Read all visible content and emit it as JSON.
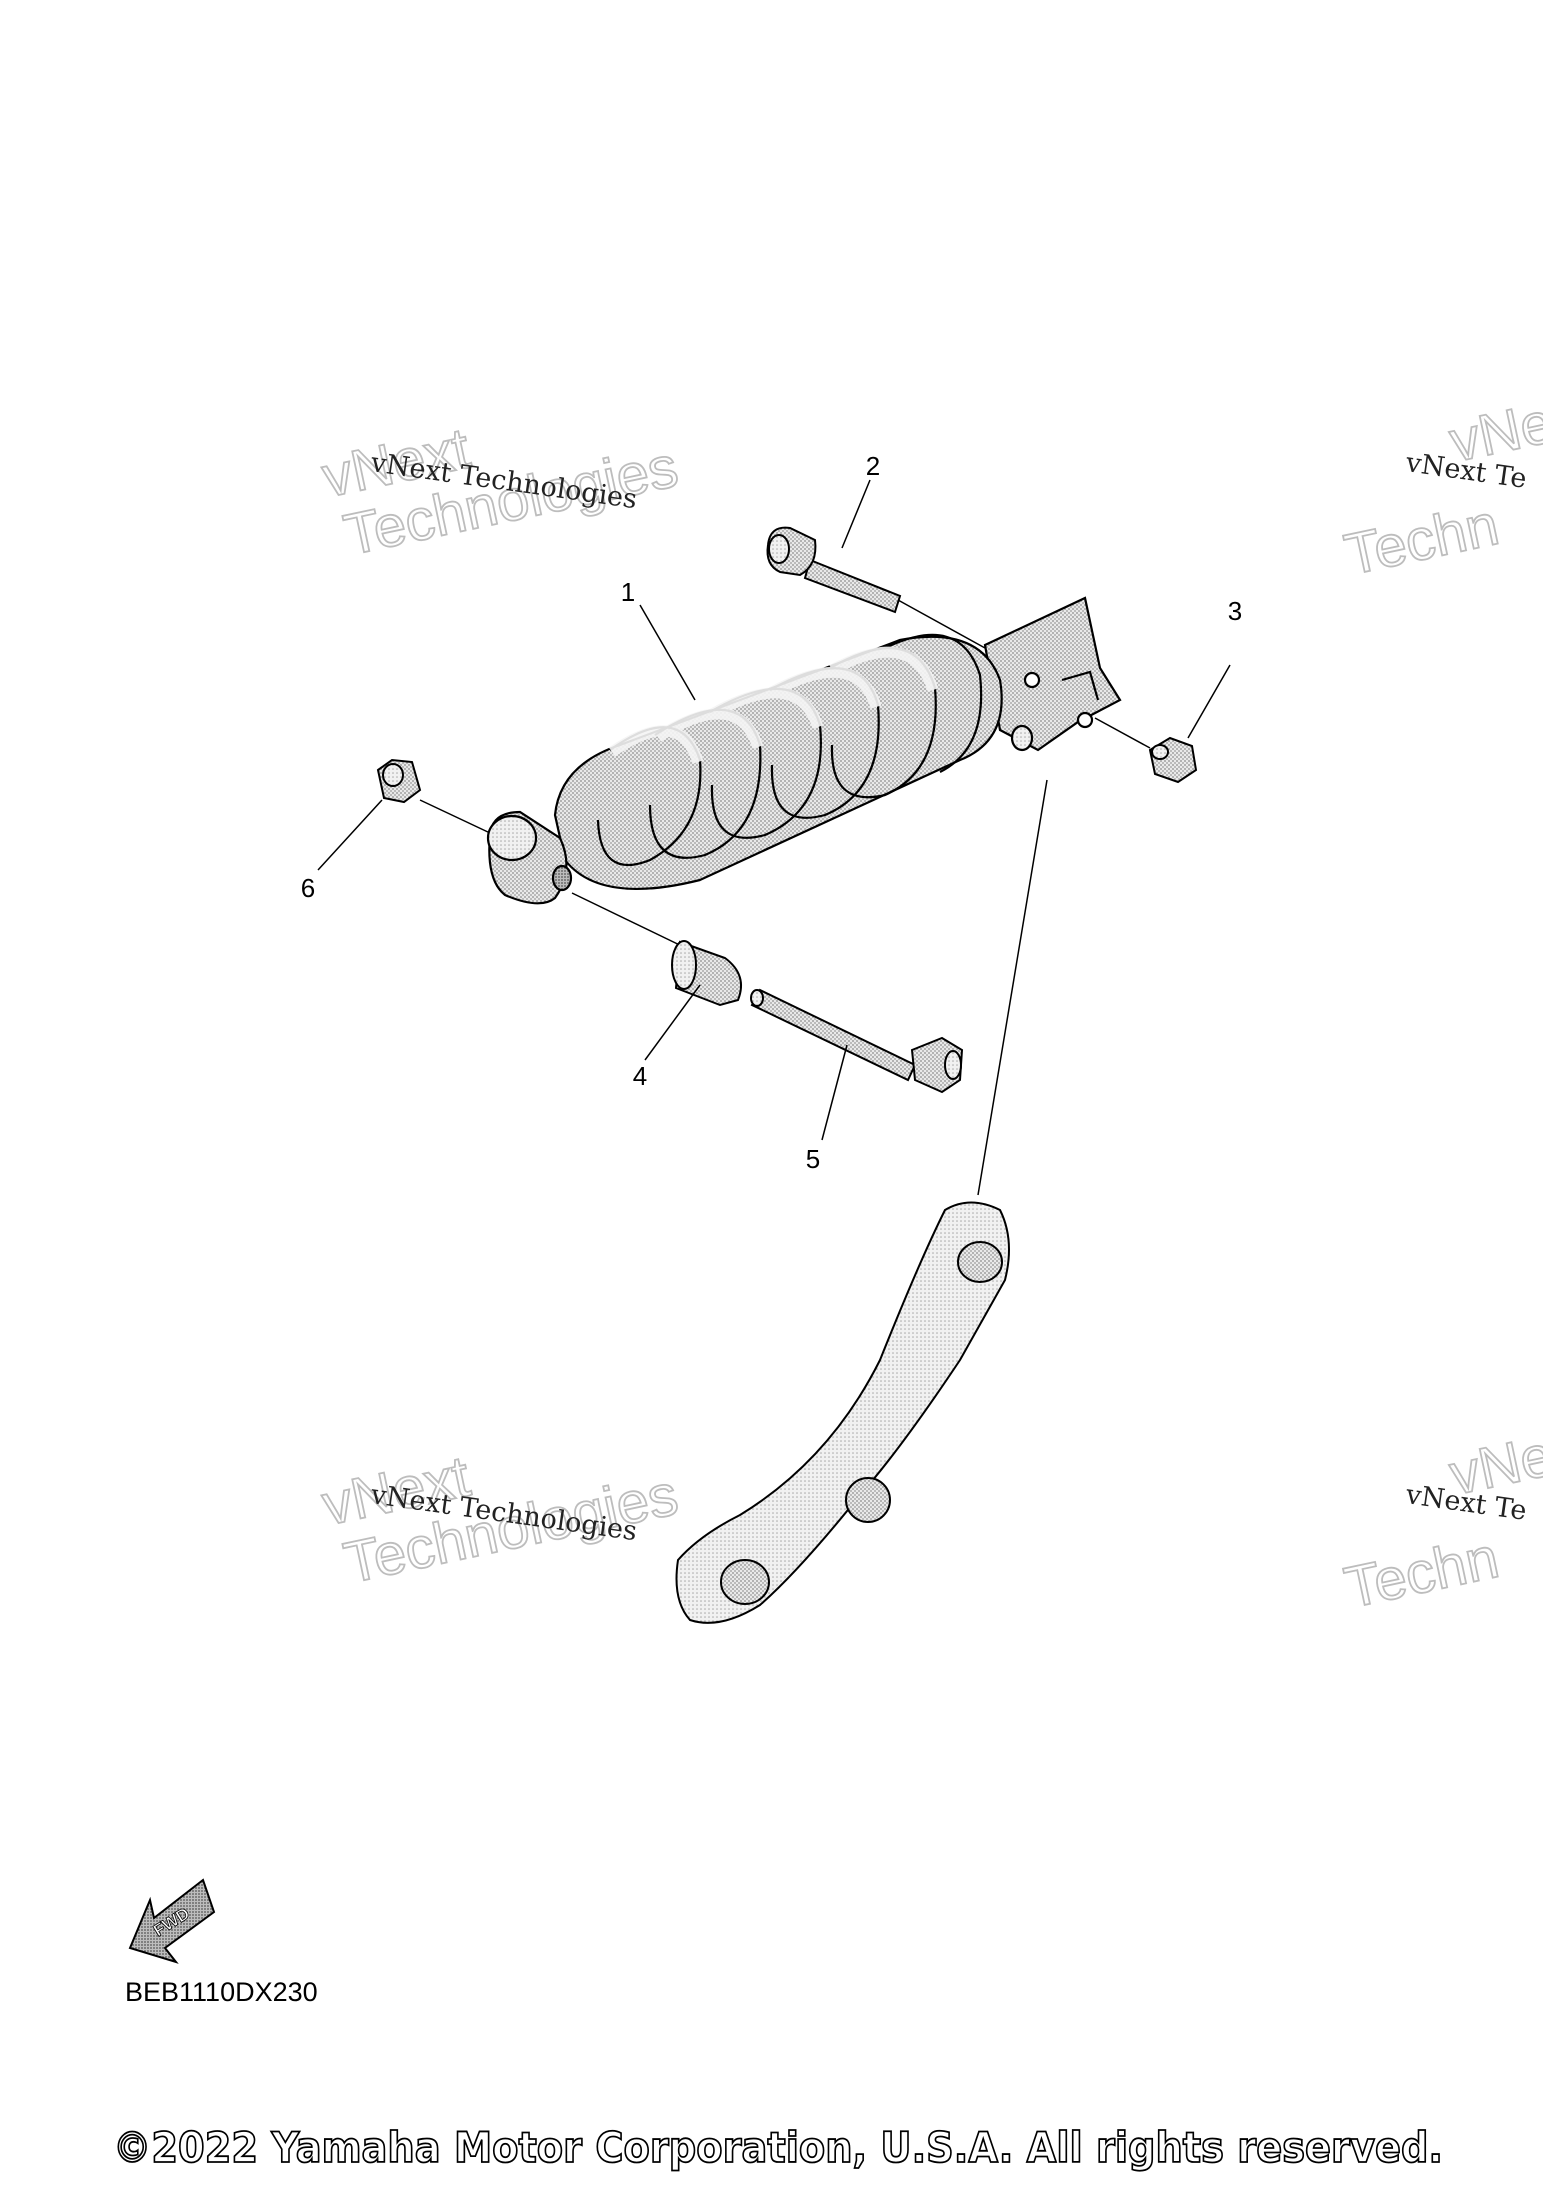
{
  "callouts": [
    "1",
    "2",
    "3",
    "4",
    "5",
    "6"
  ],
  "watermark": {
    "line1": "vNext Technologies",
    "big_top": "vNext",
    "big_bottom": "Technologies",
    "line1_partial": "vNext Te",
    "big_top_partial": "vNe",
    "big_bottom_partial": "Techn"
  },
  "fwd_label": "FWD",
  "diagram_code": "BEB1110DX230",
  "copyright": "©2022 Yamaha Motor Corporation, U.S.A. All rights reserved."
}
